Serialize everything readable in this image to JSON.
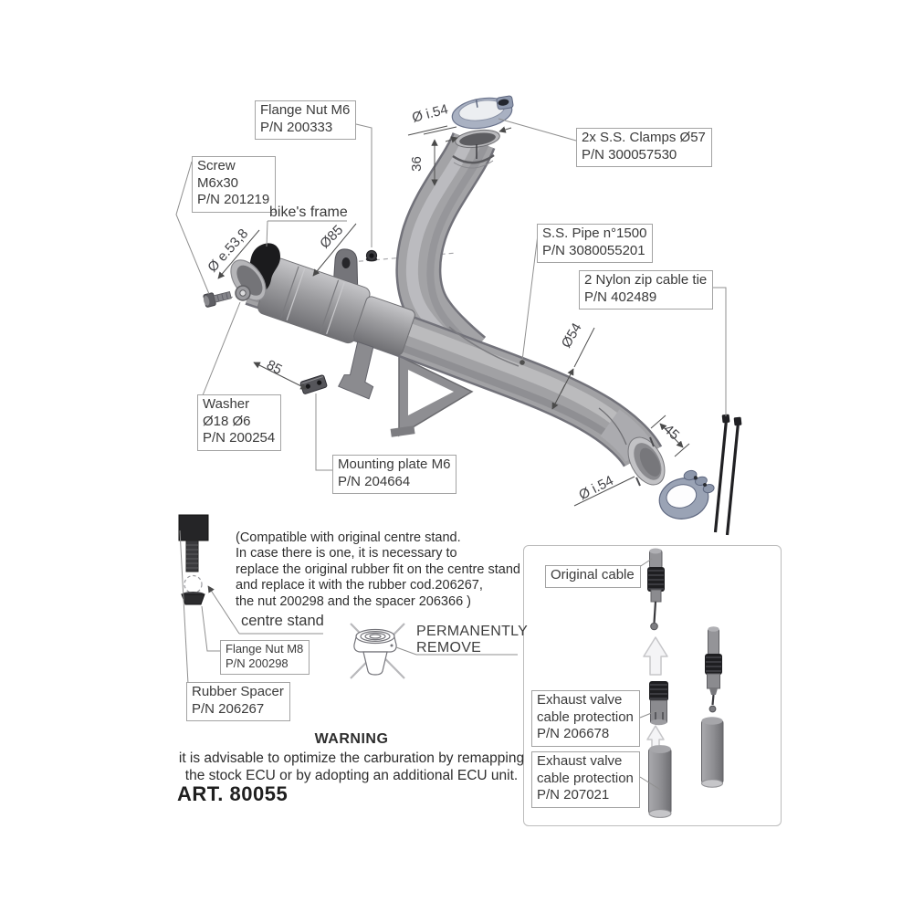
{
  "callouts": {
    "flange_nut_m6": "Flange Nut M6\nP/N 200333",
    "screw": "Screw\nM6x30\nP/N 201219",
    "bikes_frame": "bike's frame",
    "clamps": "2x S.S. Clamps Ø57\nP/N 300057530",
    "ss_pipe": "S.S. Pipe n°1500\nP/N 3080055201",
    "zip_tie": "2 Nylon zip cable tie\nP/N 402489",
    "washer": "Washer\nØ18 Ø6\nP/N 200254",
    "mounting_plate": "Mounting plate M6\nP/N 204664",
    "flange_nut_m8": "Flange Nut M8\nP/N 200298",
    "rubber_spacer": "Rubber Spacer\nP/N 206267",
    "centre_stand": "centre stand",
    "permanently_remove": "PERMANENTLY\nREMOVE",
    "original_cable": "Original cable",
    "valve_protection_upper": "Exhaust valve\ncable protection\nP/N 206678",
    "valve_protection_lower": "Exhaust valve\ncable protection\nP/N 207021"
  },
  "dimensions": {
    "top_inlet_inner_diameter": "Ø i.54",
    "top_inlet_length": "36",
    "front_outer_diameter": "Ø e.53,8",
    "collar_diameter": "Ø85",
    "bracket_offset": "85",
    "pipe_diameter": "Ø54",
    "outlet_overlap_length": "45",
    "outlet_inner_diameter": "Ø i.54"
  },
  "notes": {
    "compatibility": "(Compatible with original centre stand.\nIn case there is one, it is necessary to\nreplace the original rubber fit on the centre stand\nand replace it with the rubber cod.206267,\nthe nut 200298 and the spacer 206366 )",
    "warning_title": "WARNING",
    "warning_body": "it is advisable to optimize the carburation by remapping\nthe stock ECU or by adopting an additional ECU unit.",
    "art_number": "ART. 80055"
  },
  "colors": {
    "pipe_gray": "#9b9b9f",
    "clamp_steel_blue": "#9aa3b5",
    "line_gray": "#8f8f8f",
    "text_dark": "#3a3a3a"
  }
}
